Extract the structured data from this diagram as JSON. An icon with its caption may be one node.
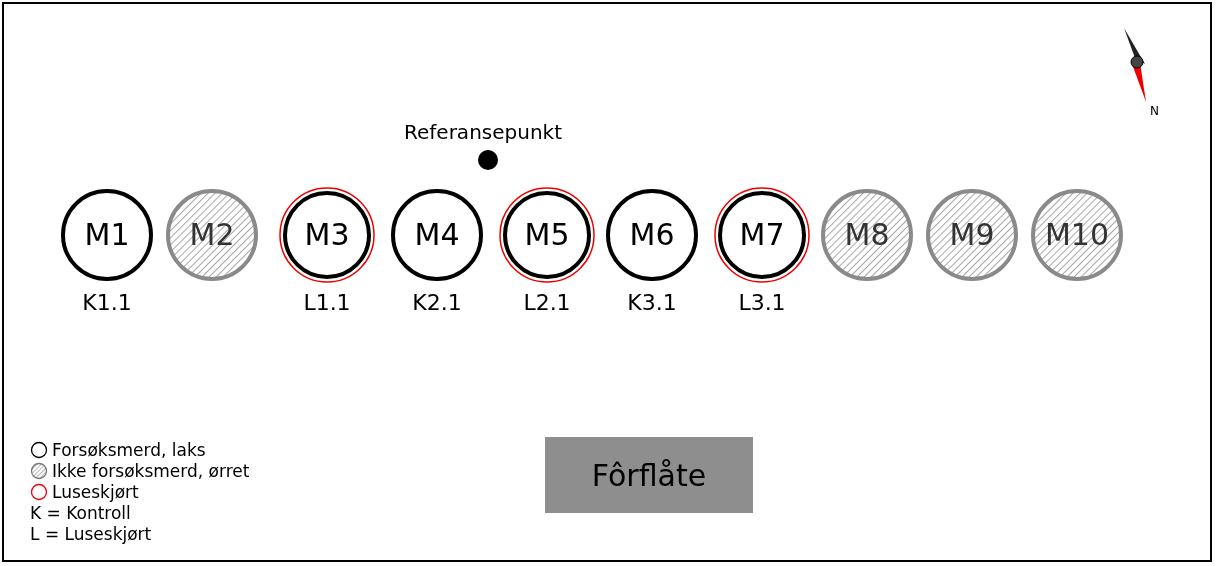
{
  "diagram": {
    "nodes": [
      {
        "text": [
          "M1"
        ],
        "beside": [
          "K1.1"
        ]
      },
      {
        "text": [
          "M2"
        ]
      },
      {
        "text": [
          "M3"
        ],
        "beside": [
          "L1.1"
        ]
      },
      {
        "text": [
          "M4"
        ],
        "beside": [
          "K2.1"
        ]
      },
      {
        "text": [
          "M5"
        ],
        "beside": [
          "L2.1"
        ]
      },
      {
        "text": [
          "M6"
        ],
        "beside": [
          "K3.1"
        ]
      },
      {
        "text": [
          "M7"
        ],
        "beside": [
          "L3.1"
        ]
      },
      {
        "text": [
          "M8"
        ]
      },
      {
        "text": [
          "M9"
        ]
      },
      {
        "text": [
          "M10"
        ]
      },
      {
        "text": [],
        "shape": "circle",
        "beside": [
          "Referansepunkt"
        ]
      },
      {
        "text": [
          "Fôrflåte"
        ]
      }
    ],
    "edges": [],
    "labels": [
      "N"
    ],
    "legend": [
      {
        "text": "Forsøksmerd, laks"
      },
      {
        "text": "Ikke forsøksmerd, ørret"
      },
      {
        "text": "Luseskjørt"
      },
      {
        "text": "K = Kontroll"
      },
      {
        "text": "L = Luseskjørt"
      }
    ]
  }
}
